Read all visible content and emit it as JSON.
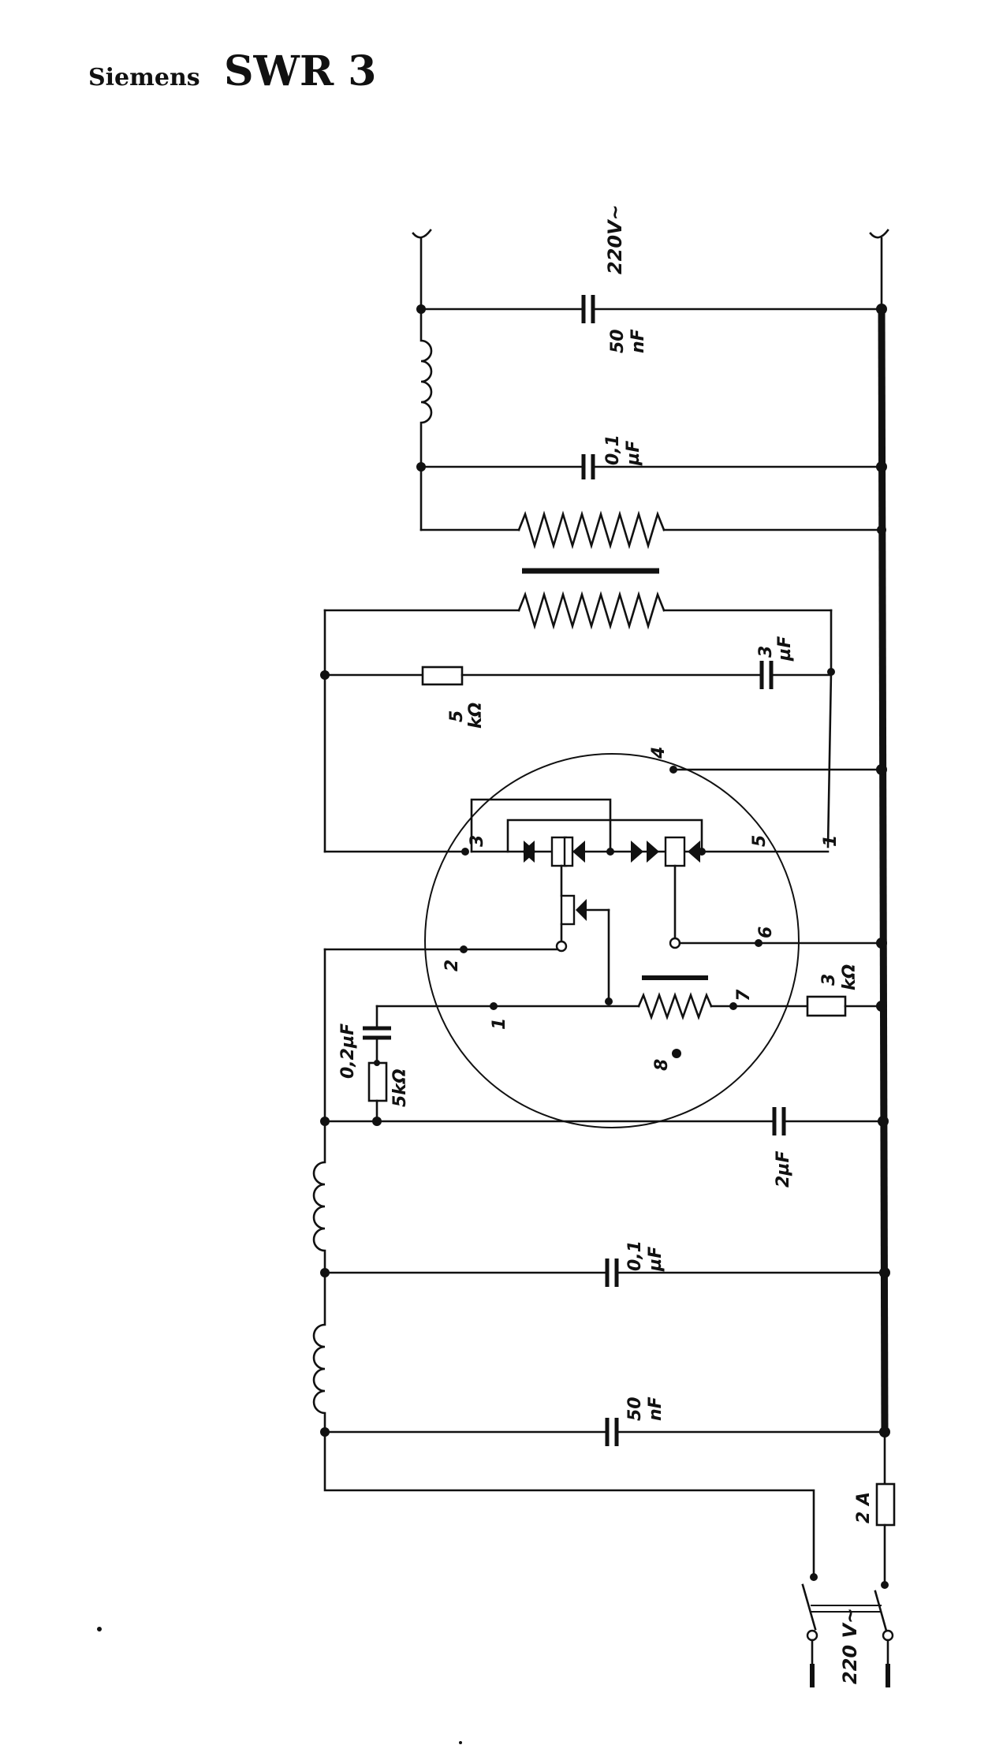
{
  "title": {
    "brand": "Siemens",
    "model": "SWR 3"
  },
  "labels": {
    "mains_top": "220V~",
    "cap_50nF_top": "50 nF",
    "cap_01uF_top": "0,1 µF",
    "cap_3uF": "3 µF",
    "res_5k_top": "5 kΩ",
    "res_3k": "3 kΩ",
    "cap_02uF": "0,2µF",
    "res_5k_left": "5kΩ",
    "cap_2uF": "2µF",
    "cap_01uF_bottom": "0,1 µF",
    "cap_50nF_bottom": "50 nF",
    "fuse": "2 A",
    "mains_bottom": "220 V~"
  },
  "pins": [
    "1",
    "2",
    "3",
    "4",
    "5",
    "6",
    "7",
    "8"
  ]
}
